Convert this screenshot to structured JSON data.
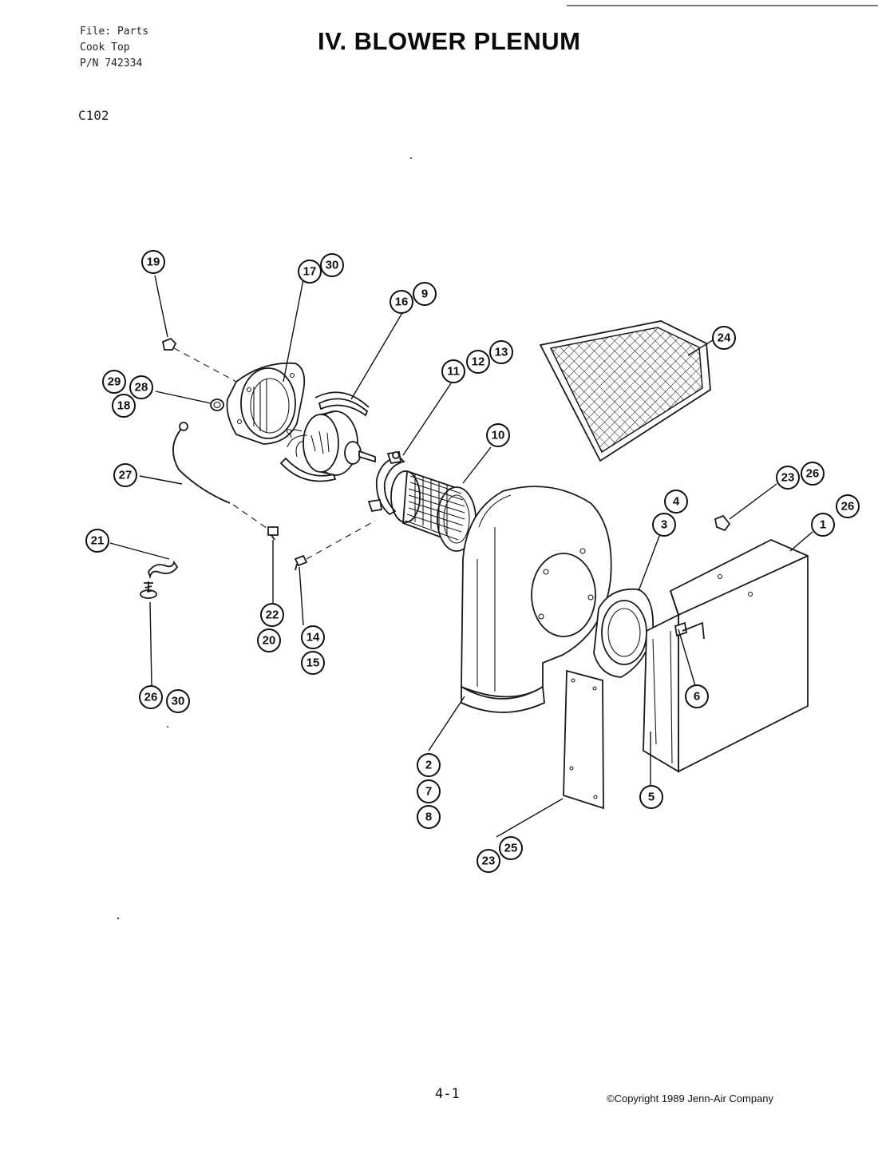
{
  "header": {
    "file_line": "File: Parts",
    "product_line": "Cook Top",
    "part_number_line": "P/N 742334",
    "model_code": "C102"
  },
  "title": "IV. BLOWER PLENUM",
  "footer": {
    "page_number": "4-1",
    "copyright": "©Copyright 1989 Jenn-Air Company"
  },
  "callouts": [
    "19",
    "17",
    "30",
    "16",
    "9",
    "29",
    "28",
    "18",
    "11",
    "12",
    "13",
    "10",
    "24",
    "27",
    "21",
    "22",
    "20",
    "14",
    "15",
    "26",
    "30",
    "2",
    "7",
    "8",
    "23",
    "25",
    "4",
    "3",
    "23",
    "26",
    "1",
    "26",
    "6",
    "5"
  ],
  "diagram": {
    "parts": [
      "motor-mount-plate",
      "motor",
      "blower-wheel",
      "blower-housing",
      "mounting-ring",
      "plenum-box",
      "filter",
      "access-plate",
      "wire-harness",
      "clip",
      "screw"
    ]
  }
}
